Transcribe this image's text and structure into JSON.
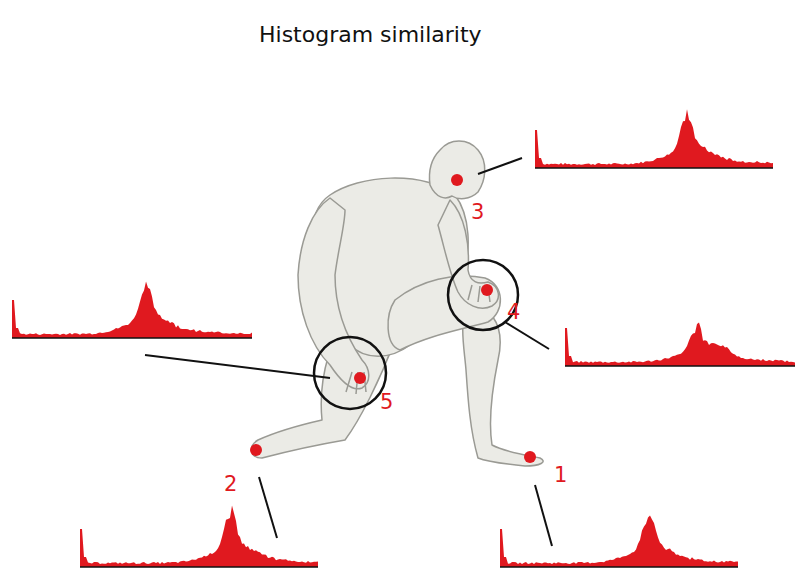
{
  "diagram": {
    "title": "Histogram similarity",
    "labels": [
      "3",
      "4",
      "5",
      "2",
      "1"
    ]
  }
}
